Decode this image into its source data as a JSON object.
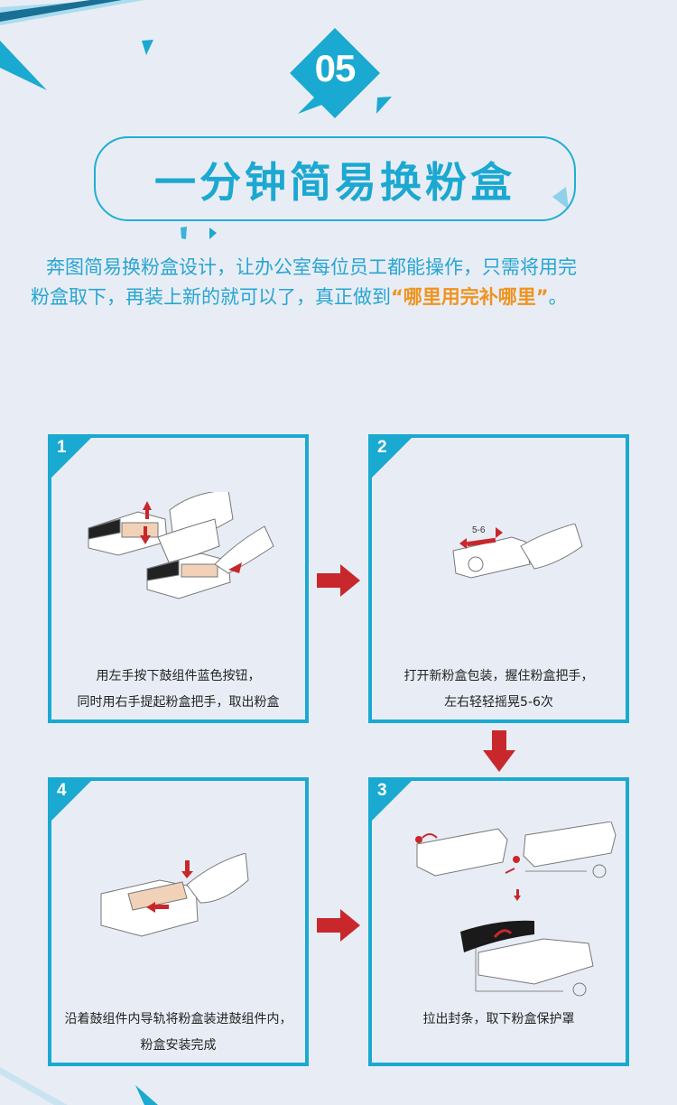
{
  "badge": {
    "number": "05",
    "icon": "diamond-badge"
  },
  "title": "一分钟简易换粉盒",
  "intro": {
    "line1": "奔图简易换粉盒设计，让办公室每位员工都能操作，只需将用完",
    "line2_prefix": "粉盒取下，再装上新的就可以了，真正做到",
    "highlight": "“哪里用完补哪里”",
    "line2_suffix": "。"
  },
  "colors": {
    "accent": "#1aa9d0",
    "highlight": "#f0931f",
    "arrow": "#c8282b",
    "background": "#e8edf5"
  },
  "steps": [
    {
      "number": "1",
      "caption_line1": "用左手按下鼓组件蓝色按钮，",
      "caption_line2": "同时用右手提起粉盒把手，取出粉盒",
      "illustration": "remove-toner-illustration"
    },
    {
      "number": "2",
      "caption_line1": "打开新粉盒包装，握住粉盒把手，",
      "caption_line2": "左右轻轻摇晃5-6次",
      "illustration": "shake-toner-illustration",
      "illustration_label": "5-6"
    },
    {
      "number": "3",
      "caption_line1": "拉出封条，取下粉盒保护罩",
      "caption_line2": "",
      "illustration": "remove-seal-illustration"
    },
    {
      "number": "4",
      "caption_line1": "沿着鼓组件内导轨将粉盒装进鼓组件内，",
      "caption_line2": "粉盒安装完成",
      "illustration": "install-toner-illustration"
    }
  ],
  "flow_arrows": [
    "arrow-right-1-to-2",
    "arrow-down-2-to-3",
    "arrow-right-4-to-3"
  ]
}
